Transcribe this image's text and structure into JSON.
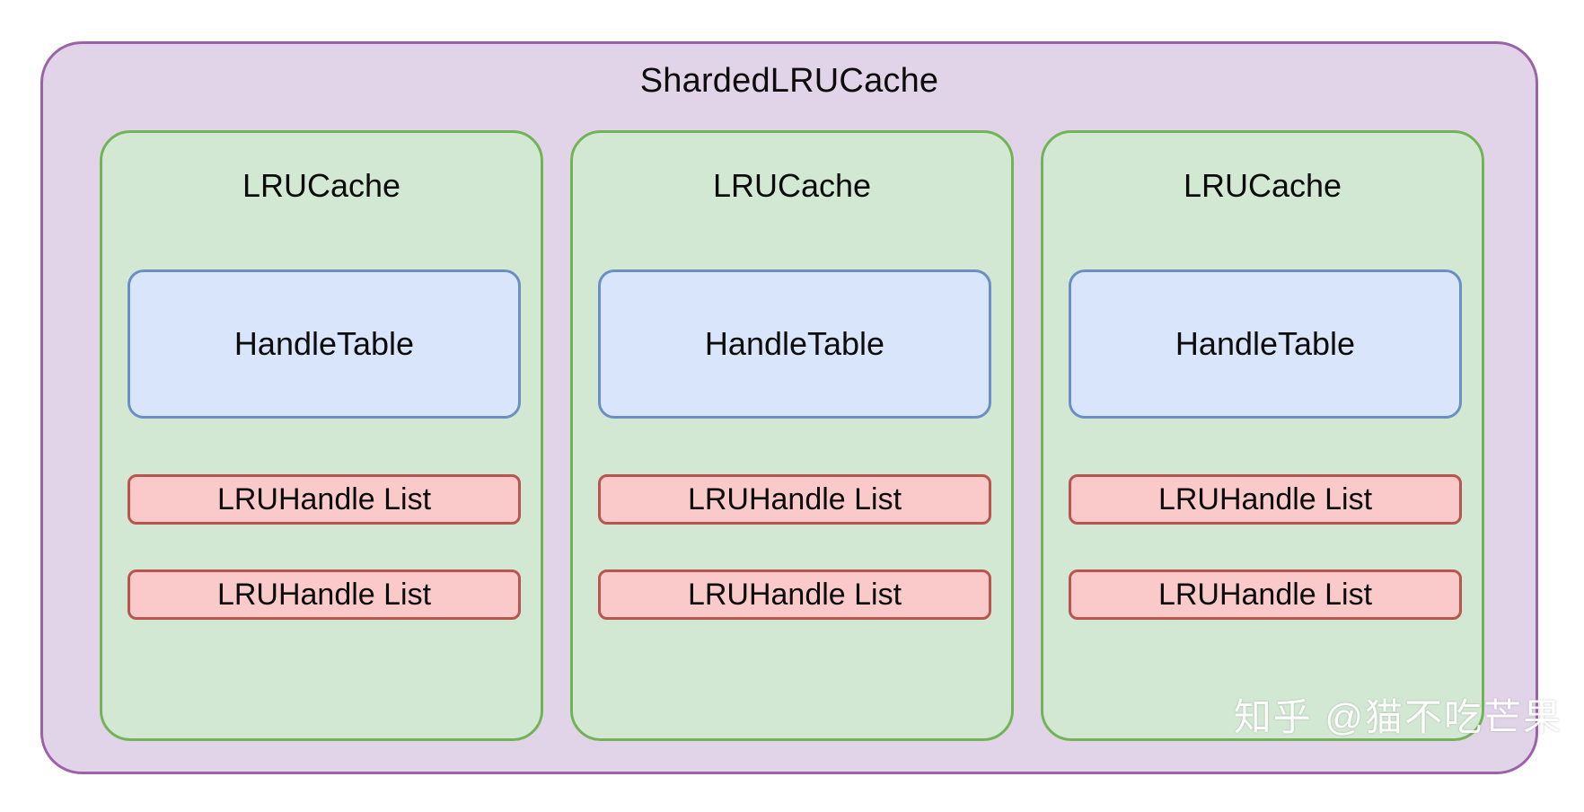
{
  "diagram": {
    "title": "ShardedLRUCache",
    "colors": {
      "outer_fill": "#e1d4e8",
      "outer_border": "#9c62a8",
      "shard_fill": "#d3e8d3",
      "shard_border": "#72b357",
      "handle_table_fill": "#d9e5fb",
      "handle_table_border": "#6a8fc4",
      "handle_list_fill": "#fac9c9",
      "handle_list_border": "#b9544f",
      "text": "#0c0c0c",
      "background": "#ffffff"
    },
    "shards": [
      {
        "title": "LRUCache",
        "handle_table": "HandleTable",
        "handle_lists": [
          "LRUHandle List",
          "LRUHandle List"
        ]
      },
      {
        "title": "LRUCache",
        "handle_table": "HandleTable",
        "handle_lists": [
          "LRUHandle List",
          "LRUHandle List"
        ]
      },
      {
        "title": "LRUCache",
        "handle_table": "HandleTable",
        "handle_lists": [
          "LRUHandle List",
          "LRUHandle List"
        ]
      }
    ]
  },
  "watermark": {
    "text": "知乎 @猫不吃芒果"
  }
}
